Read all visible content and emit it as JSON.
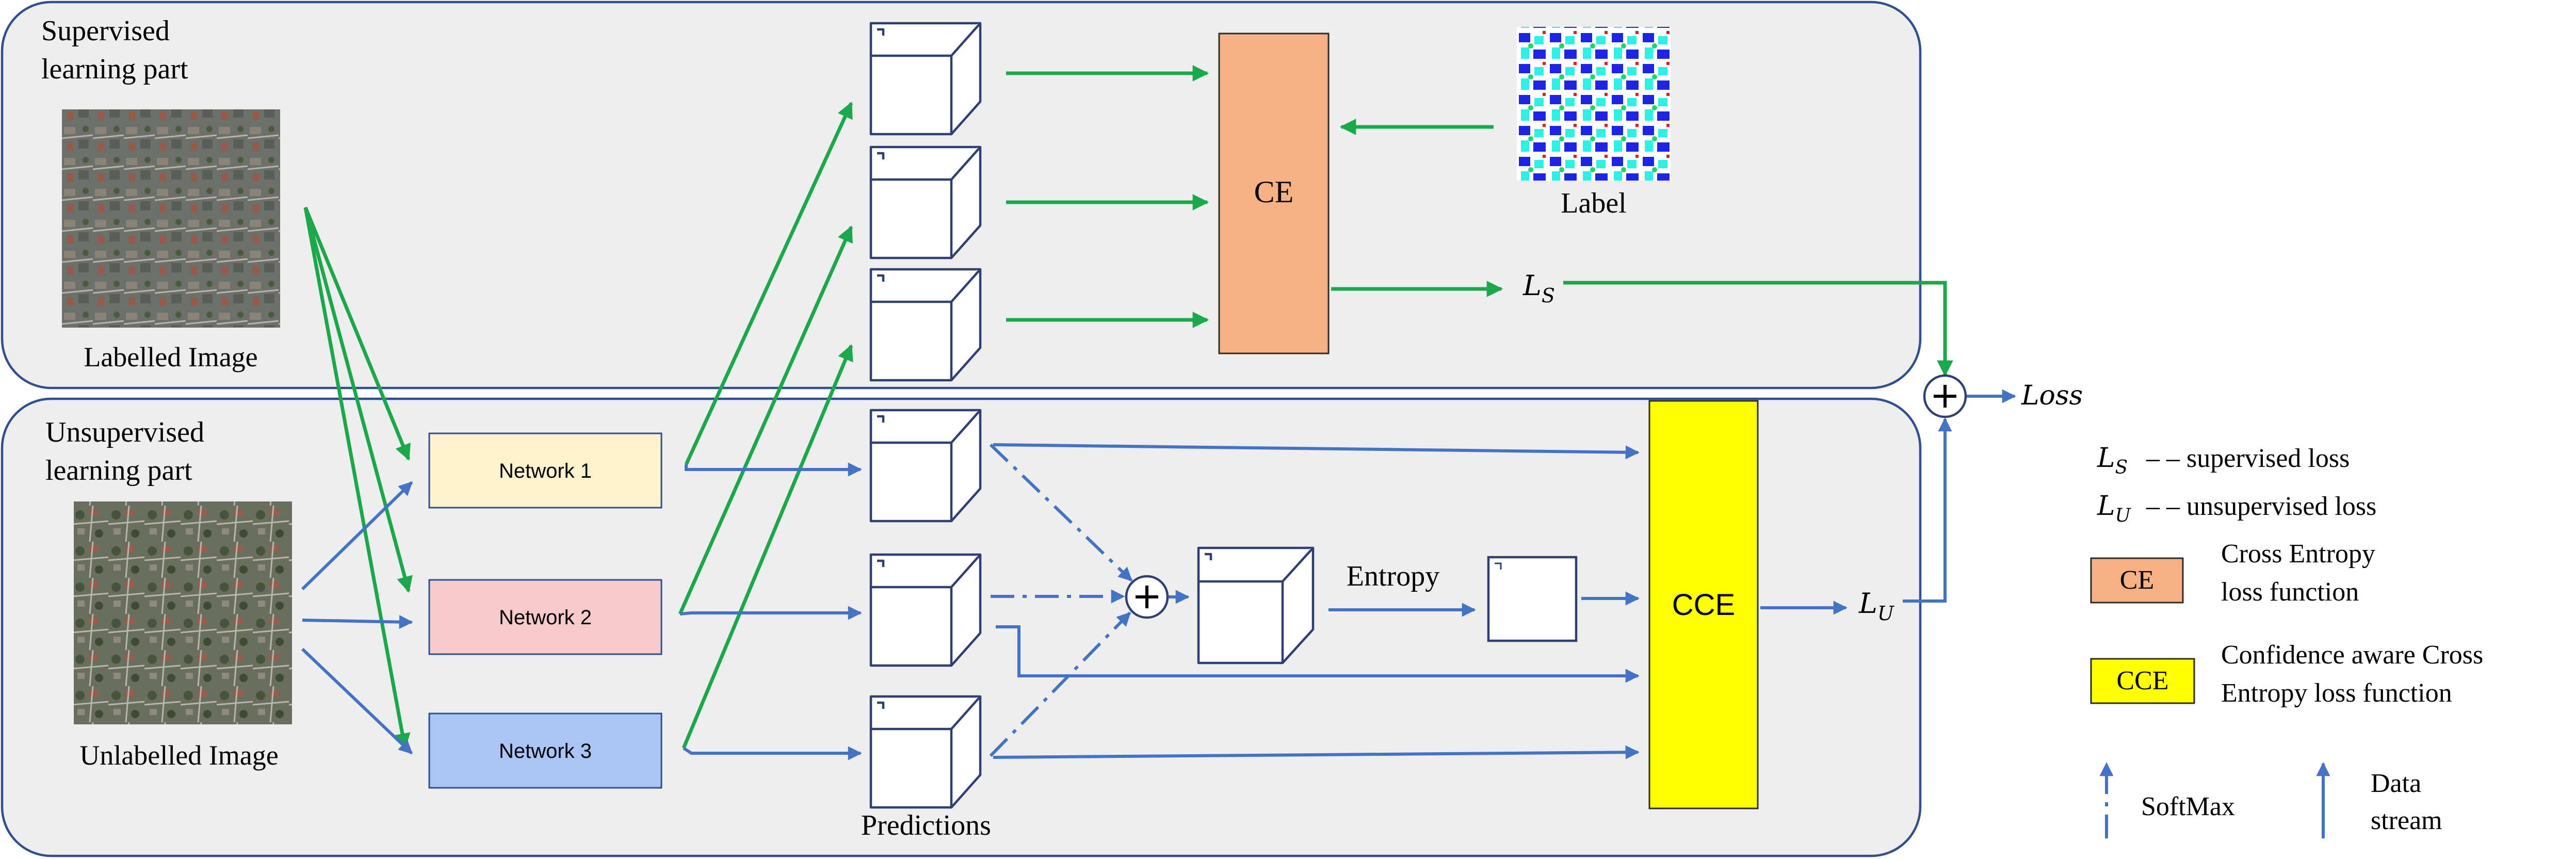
{
  "sections": {
    "supervised": "Supervised learning part",
    "unsupervised": "Unsupervised learning part"
  },
  "images": {
    "labelled": "Labelled Image",
    "unlabelled": "Unlabelled Image",
    "label": "Label"
  },
  "networks": [
    "Network 1",
    "Network 2",
    "Network 3"
  ],
  "blocks": {
    "ce": "CE",
    "cce": "CCE",
    "entropy": "Entropy",
    "predictions": "Predictions",
    "loss": "Loss"
  },
  "symbols": {
    "ls_main": "L",
    "ls_sub": "S",
    "lu_main": "L",
    "lu_sub": "U"
  },
  "legend": {
    "ls_desc": "– – supervised loss",
    "lu_desc": "– – unsupervised loss",
    "ce_desc_line1": "Cross Entropy",
    "ce_desc_line2": "loss function",
    "cce_desc_line1": "Confidence aware Cross",
    "cce_desc_line2": "Entropy loss function",
    "softmax": "SoftMax",
    "data_line1": "Data",
    "data_line2": "stream"
  },
  "colors": {
    "panel_fill": "#eeeeee",
    "panel_border": "#2f4f8f",
    "ce_fill": "#f4b183",
    "cce_fill": "#ffff00",
    "network1_fill": "#fff2cc",
    "network2_fill": "#f8cbcb",
    "network3_fill": "#a9c4f5",
    "supervised_arrow": "#1aa84a",
    "unsupervised_arrow": "#4472c4"
  }
}
